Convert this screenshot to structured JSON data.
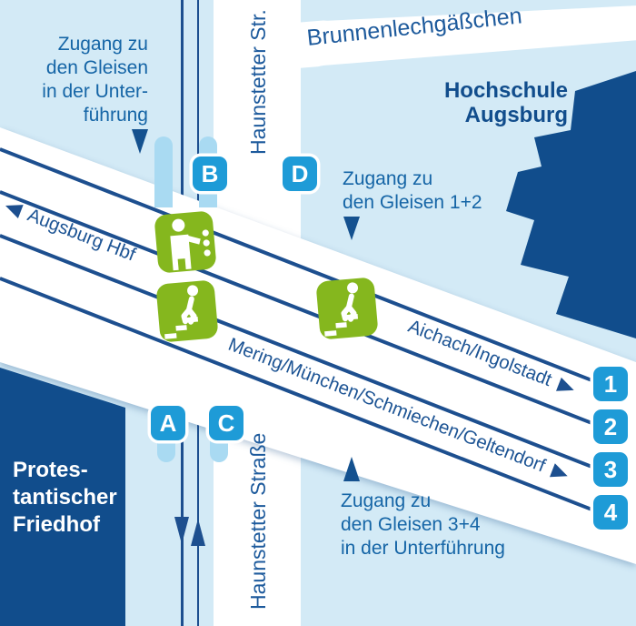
{
  "colors": {
    "background_light_blue": "#d3eaf6",
    "street_white": "#ffffff",
    "building_dark_blue": "#114d8c",
    "track_line_blue": "#1d4f8f",
    "note_text_blue": "#1565a6",
    "badge_blue": "#1e9bd7",
    "ramp_pill_blue": "#a9daf2",
    "facility_green": "#85b71e"
  },
  "streets": {
    "haunstetter_top": "Haunstetter Str.",
    "haunstetter_bottom": "Haunstetter Straße",
    "brunnenlech": "Brunnenlechgäßchen"
  },
  "buildings": {
    "hochschule": {
      "line1": "Hochschule",
      "line2": "Augsburg"
    },
    "friedhof": {
      "line1": "Protes-",
      "line2": "tantischer",
      "line3": "Friedhof"
    }
  },
  "tracks": {
    "hbf_label": "Augsburg Hbf",
    "dir_northeast": "Aichach/Ingolstadt",
    "dir_southwest": "Mering/München/Schmiechen/Geltendorf"
  },
  "platforms": [
    {
      "label": "1"
    },
    {
      "label": "2"
    },
    {
      "label": "3"
    },
    {
      "label": "4"
    }
  ],
  "access_points": [
    {
      "label": "A"
    },
    {
      "label": "B"
    },
    {
      "label": "C"
    },
    {
      "label": "D"
    }
  ],
  "notes": {
    "underpass_nw": {
      "line1": "Zugang zu",
      "line2": "den Gleisen",
      "line3": "in der Unter-",
      "line4": "führung"
    },
    "gleis12": {
      "line1": "Zugang zu",
      "line2": "den Gleisen 1+2"
    },
    "gleis34": {
      "line1": "Zugang zu",
      "line2": "den Gleisen 3+4",
      "line3": "in der Unterführung"
    }
  },
  "icons": {
    "elevator": "elevator-icon",
    "stairs": "stairs-icon",
    "arrows": [
      "down-arrow-icon",
      "up-arrow-icon",
      "left-arrow-icon",
      "right-arrow-icon"
    ]
  }
}
